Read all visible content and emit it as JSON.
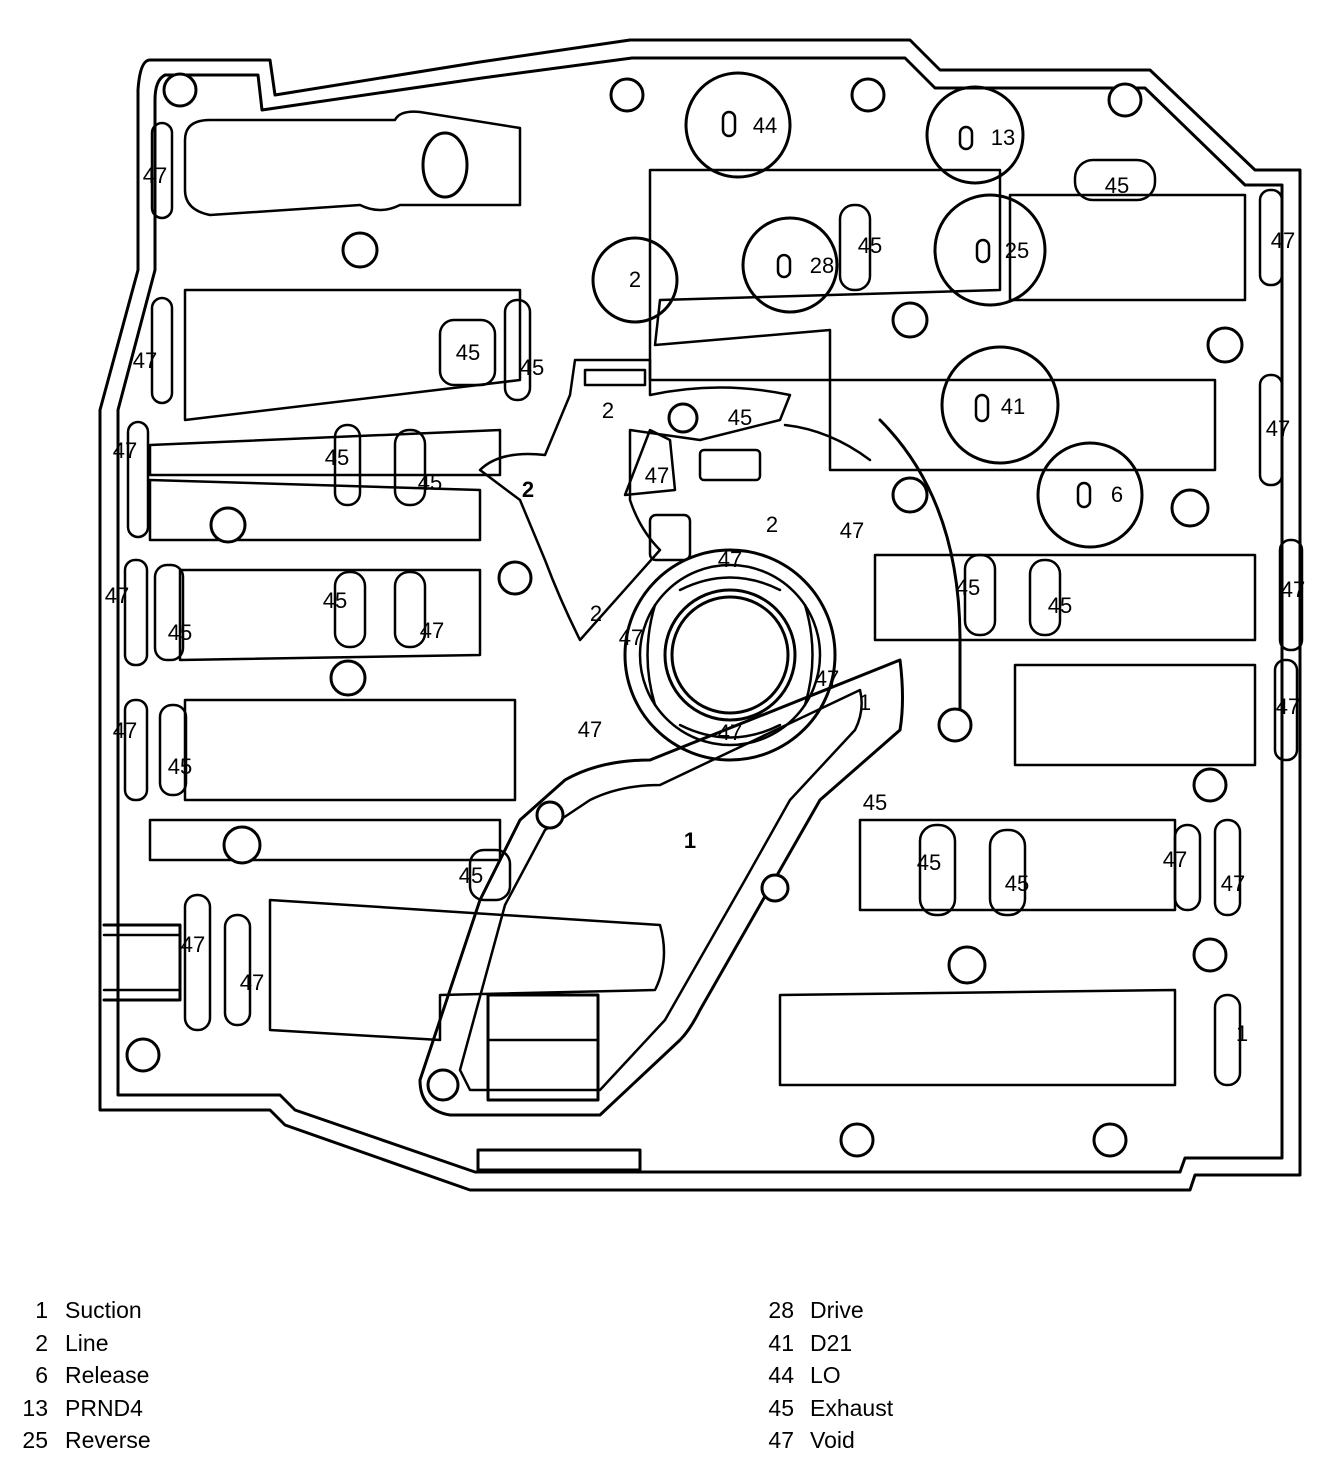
{
  "diagram": {
    "labels": [
      {
        "id": "l1",
        "text": "47"
      },
      {
        "id": "l2",
        "text": "44"
      },
      {
        "id": "l3",
        "text": "13"
      },
      {
        "id": "l4",
        "text": "45"
      },
      {
        "id": "l5",
        "text": "47"
      },
      {
        "id": "l6",
        "text": "2"
      },
      {
        "id": "l7",
        "text": "28"
      },
      {
        "id": "l8",
        "text": "45"
      },
      {
        "id": "l9",
        "text": "25"
      },
      {
        "id": "l10",
        "text": "47"
      },
      {
        "id": "l11",
        "text": "45"
      },
      {
        "id": "l12",
        "text": "45"
      },
      {
        "id": "l13",
        "text": "2"
      },
      {
        "id": "l14",
        "text": "45"
      },
      {
        "id": "l15",
        "text": "41"
      },
      {
        "id": "l16",
        "text": "47"
      },
      {
        "id": "l17",
        "text": "47"
      },
      {
        "id": "l18",
        "text": "45"
      },
      {
        "id": "l19",
        "text": "45"
      },
      {
        "id": "l20",
        "text": "47"
      },
      {
        "id": "l21",
        "text": "2"
      },
      {
        "id": "l22",
        "text": "6"
      },
      {
        "id": "l23",
        "text": "2"
      },
      {
        "id": "l24",
        "text": "47"
      },
      {
        "id": "l25",
        "text": "47"
      },
      {
        "id": "l26",
        "text": "47"
      },
      {
        "id": "l27",
        "text": "45"
      },
      {
        "id": "l28",
        "text": "45"
      },
      {
        "id": "l29",
        "text": "45"
      },
      {
        "id": "l30",
        "text": "2"
      },
      {
        "id": "l31",
        "text": "47"
      },
      {
        "id": "l32",
        "text": "45"
      },
      {
        "id": "l33",
        "text": "47"
      },
      {
        "id": "l34",
        "text": "47"
      },
      {
        "id": "l35",
        "text": "47"
      },
      {
        "id": "l36",
        "text": "47"
      },
      {
        "id": "l37",
        "text": "1"
      },
      {
        "id": "l38",
        "text": "47"
      },
      {
        "id": "l39",
        "text": "45"
      },
      {
        "id": "l40",
        "text": "47"
      },
      {
        "id": "l41",
        "text": "47"
      },
      {
        "id": "l42",
        "text": "1"
      },
      {
        "id": "l43",
        "text": "45"
      },
      {
        "id": "l44",
        "text": "45"
      },
      {
        "id": "l45",
        "text": "45"
      },
      {
        "id": "l46",
        "text": "45"
      },
      {
        "id": "l47",
        "text": "47"
      },
      {
        "id": "l48",
        "text": "47"
      },
      {
        "id": "l49",
        "text": "47"
      },
      {
        "id": "l50",
        "text": "47"
      },
      {
        "id": "l51",
        "text": "1"
      }
    ]
  },
  "legend": {
    "left": [
      {
        "num": "1",
        "name": "Suction"
      },
      {
        "num": "2",
        "name": "Line"
      },
      {
        "num": "6",
        "name": "Release"
      },
      {
        "num": "13",
        "name": "PRND4"
      },
      {
        "num": "25",
        "name": "Reverse"
      }
    ],
    "right": [
      {
        "num": "28",
        "name": "Drive"
      },
      {
        "num": "41",
        "name": "D21"
      },
      {
        "num": "44",
        "name": "LO"
      },
      {
        "num": "45",
        "name": "Exhaust"
      },
      {
        "num": "47",
        "name": "Void"
      }
    ]
  }
}
